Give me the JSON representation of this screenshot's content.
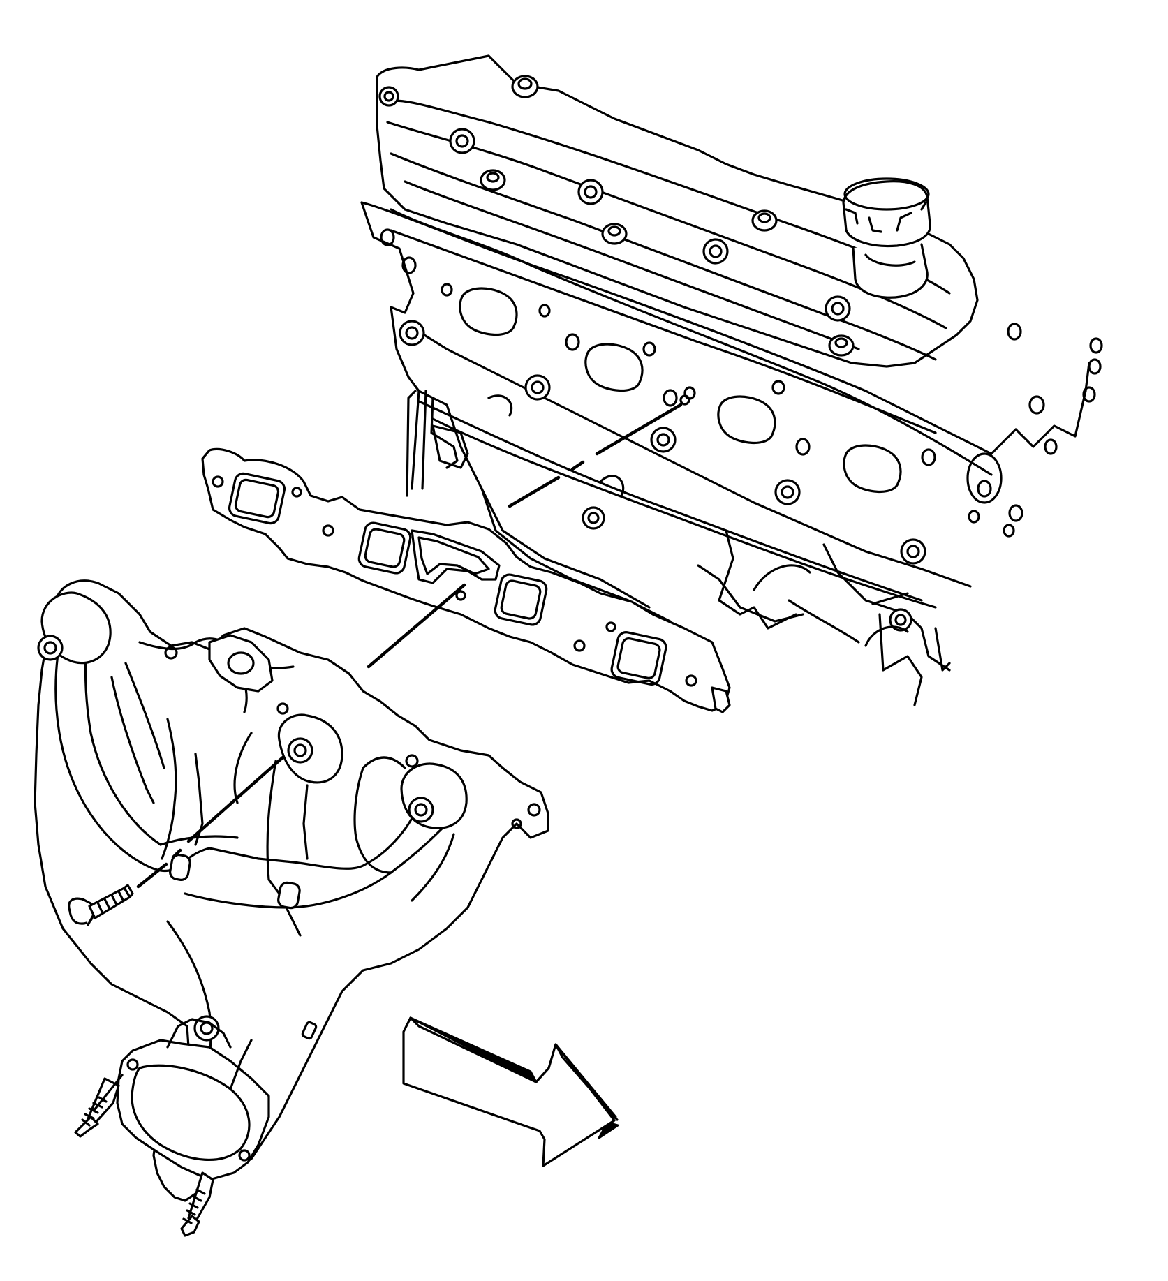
{
  "diagram": {
    "background_color": "#ffffff",
    "line_color": "#000000",
    "parts": [
      {
        "key": "cylinder_head",
        "icon": "engine-cylinder-head-icon"
      },
      {
        "key": "valve_cover",
        "icon": "valve-cover-icon"
      },
      {
        "key": "oil_fill_cap",
        "icon": "oil-cap-icon"
      },
      {
        "key": "exhaust_manifold_gasket",
        "icon": "gasket-icon"
      },
      {
        "key": "exhaust_manifold",
        "icon": "manifold-icon"
      },
      {
        "key": "manifold_bolt",
        "icon": "bolt-icon"
      },
      {
        "key": "exhaust_studs",
        "icon": "stud-icon"
      },
      {
        "key": "direction_arrow",
        "icon": "front-arrow-icon"
      }
    ]
  }
}
